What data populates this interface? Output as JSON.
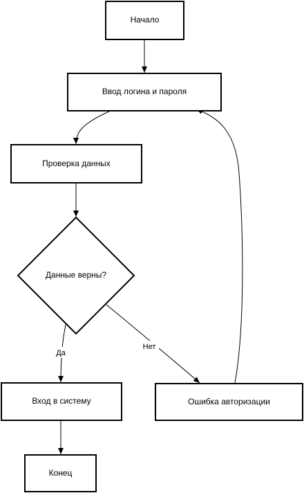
{
  "diagram": {
    "nodes": {
      "start": "Начало",
      "login_input": "Ввод логина и пароля",
      "check": "Проверка данных",
      "decision": "Данные верны?",
      "enter": "Вход в систему",
      "error": "Ошибка авторизации",
      "end": "Конец"
    },
    "edges": {
      "yes": "Да",
      "no": "Нет"
    }
  }
}
